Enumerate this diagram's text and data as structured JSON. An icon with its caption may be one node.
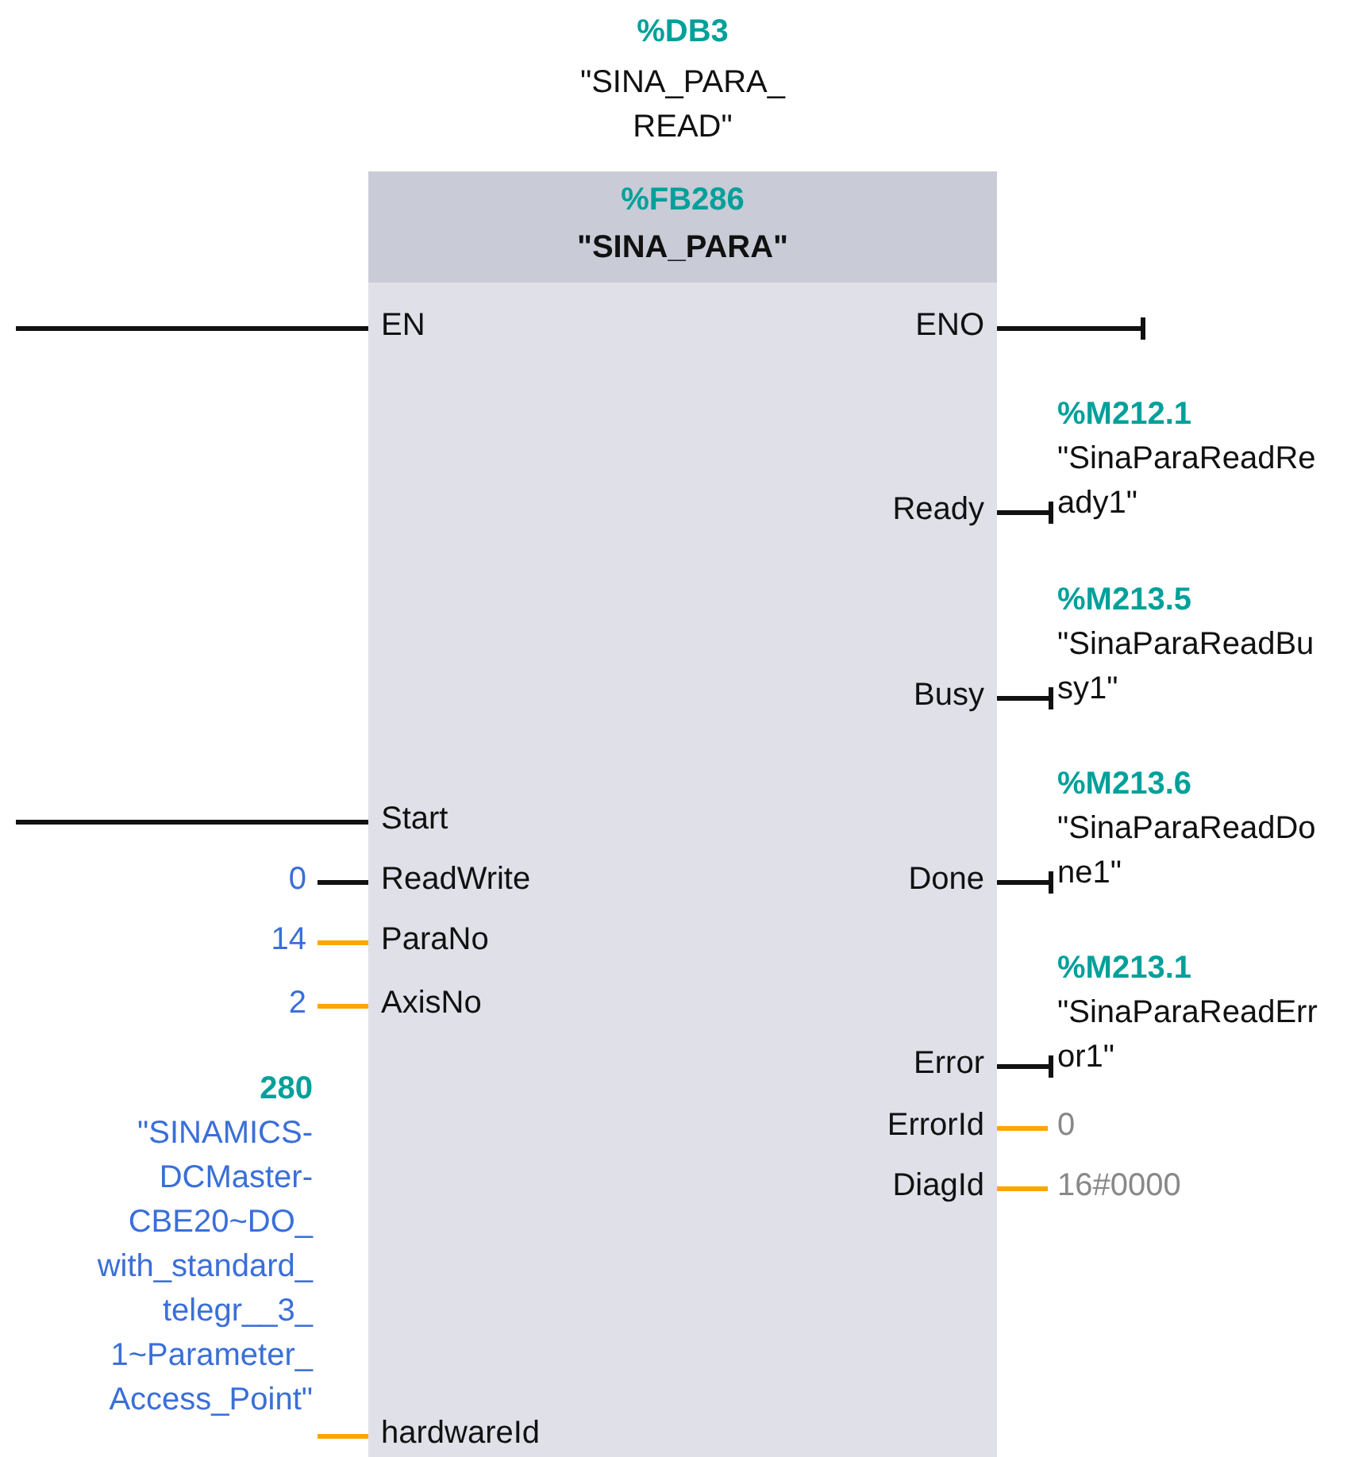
{
  "diagram": {
    "nodes": [
      {
        "text": [
          "%FB286",
          "\"SINA_PARA\""
        ],
        "beside": [
          "%DB3",
          "\"SINA_PARA_ READ\""
        ]
      },
      {
        "text": [
          "EN"
        ],
        "in": 0
      },
      {
        "text": [
          "Start"
        ],
        "in": 0
      },
      {
        "text": [
          "ReadWrite"
        ],
        "in": 0
      },
      {
        "text": [
          "ParaNo"
        ],
        "in": 0
      },
      {
        "text": [
          "AxisNo"
        ],
        "in": 0
      },
      {
        "text": [
          "hardwareId"
        ],
        "in": 0
      },
      {
        "text": [
          "ENO"
        ],
        "in": 0
      },
      {
        "text": [
          "Ready"
        ],
        "in": 0
      },
      {
        "text": [
          "Busy"
        ],
        "in": 0
      },
      {
        "text": [
          "Done"
        ],
        "in": 0
      },
      {
        "text": [
          "Error"
        ],
        "in": 0
      },
      {
        "text": [
          "ErrorId"
        ],
        "in": 0
      },
      {
        "text": [
          "DiagId"
        ],
        "in": 0
      },
      {
        "text": [
          "0"
        ]
      },
      {
        "text": [
          "14"
        ]
      },
      {
        "text": [
          "2"
        ]
      },
      {
        "text": [
          "280",
          "\"SINAMICS- DCMaster- CBE20~DO_ with_standard_ telegr__3_ 1~Parameter_ Access_Point\""
        ]
      },
      {
        "text": [
          "%M212.1",
          "\"SinaParaReadRe ady1\""
        ]
      },
      {
        "text": [
          "%M213.5",
          "\"SinaParaReadBu sy1\""
        ]
      },
      {
        "text": [
          "%M213.6",
          "\"SinaParaReadDo ne1\""
        ]
      },
      {
        "text": [
          "%M213.1",
          "\"SinaParaReadErr or1\""
        ]
      },
      {
        "text": [
          "0"
        ]
      },
      {
        "text": [
          "16#0000"
        ]
      }
    ],
    "edges": [
      {
        "from": null,
        "to": 1,
        "arrow": "none"
      },
      {
        "from": null,
        "to": 2,
        "arrow": "none"
      },
      {
        "from": 14,
        "to": 3,
        "arrow": "none"
      },
      {
        "from": 15,
        "to": 4,
        "arrow": "none",
        "color": "#ffa500"
      },
      {
        "from": 16,
        "to": 5,
        "arrow": "none",
        "color": "#ffa500"
      },
      {
        "from": 17,
        "to": 6,
        "arrow": "none",
        "color": "#ffa500"
      },
      {
        "from": 7,
        "to": null,
        "arrow": "other"
      },
      {
        "from": 8,
        "to": 18,
        "arrow": "other"
      },
      {
        "from": 9,
        "to": 19,
        "arrow": "other"
      },
      {
        "from": 10,
        "to": 20,
        "arrow": "other"
      },
      {
        "from": 11,
        "to": 21,
        "arrow": "other"
      },
      {
        "from": 12,
        "to": 22,
        "arrow": "none",
        "color": "#ffa500"
      },
      {
        "from": 13,
        "to": 23,
        "arrow": "none",
        "color": "#ffa500"
      }
    ]
  }
}
